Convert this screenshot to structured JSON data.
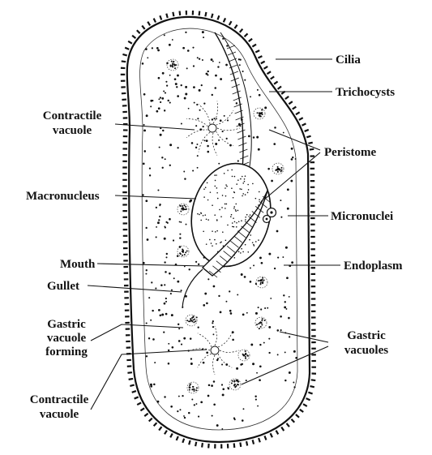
{
  "labels": {
    "cilia": "Cilia",
    "trichocysts": "Trichocysts",
    "contractile_vacuole_top_1": "Contractile",
    "contractile_vacuole_top_2": "vacuole",
    "peristome": "Peristome",
    "macronucleus": "Macronucleus",
    "micronuclei": "Micronuclei",
    "mouth": "Mouth",
    "endoplasm": "Endoplasm",
    "gullet": "Gullet",
    "gastric_vacuole_forming_1": "Gastric",
    "gastric_vacuole_forming_2": "vacuole",
    "gastric_vacuole_forming_3": "forming",
    "gastric_vacuoles_1": "Gastric",
    "gastric_vacuoles_2": "vacuoles",
    "contractile_vacuole_bottom_1": "Contractile",
    "contractile_vacuole_bottom_2": "vacuole"
  },
  "colors": {
    "ink": "#111111",
    "paper": "#ffffff"
  }
}
